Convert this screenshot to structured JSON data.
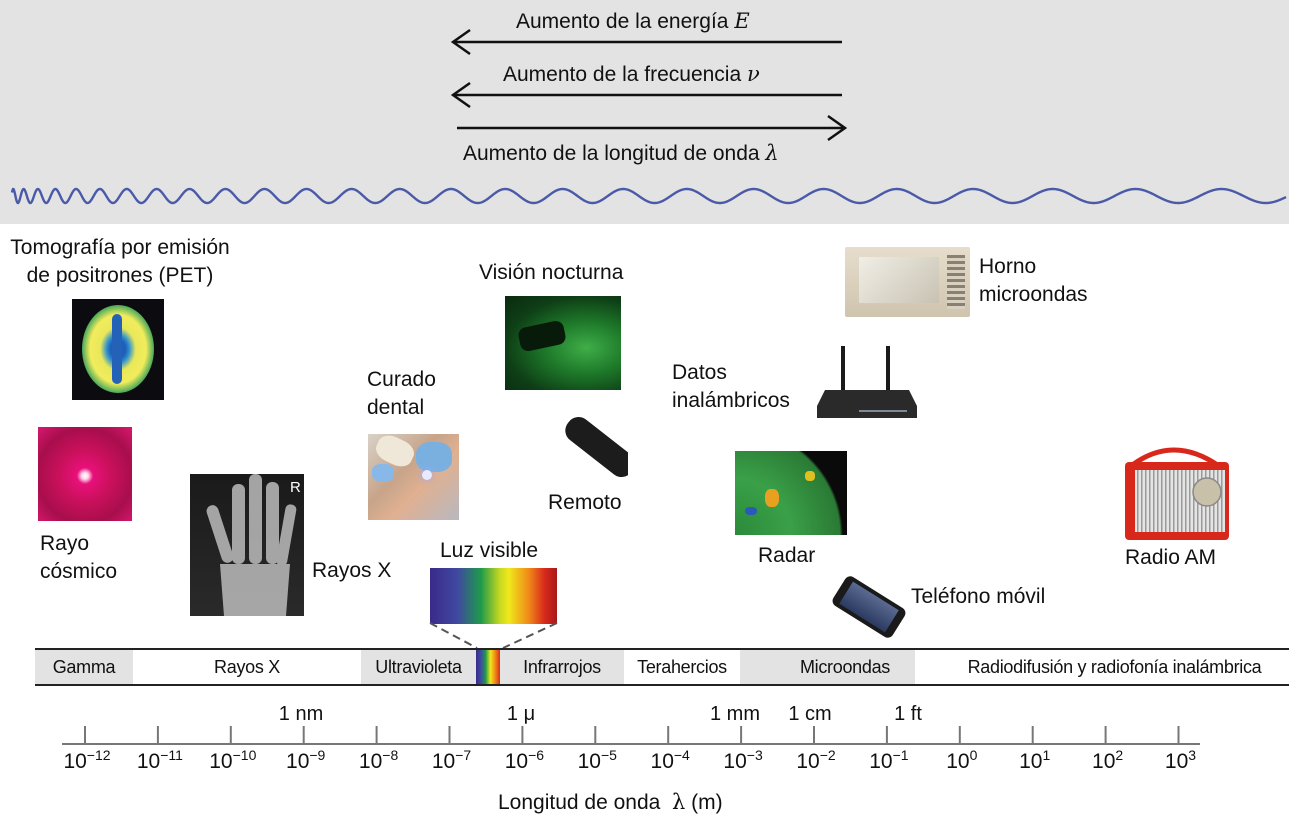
{
  "header": {
    "energy_label": "Aumento de la energía",
    "energy_symbol": "E",
    "frequency_label": "Aumento de la frecuencia",
    "frequency_symbol": "ν",
    "wavelength_label": "Aumento de la longitud de onda",
    "wavelength_symbol": "λ",
    "wave_color": "#4a5aa8",
    "panel_color": "#e3e3e3"
  },
  "applications": [
    {
      "id": "pet",
      "label_line1": "Tomografía por emisión",
      "label_line2": "de positrones (PET)"
    },
    {
      "id": "cosmic",
      "label_line1": "Rayo",
      "label_line2": "cósmico"
    },
    {
      "id": "xray",
      "label_line1": "Rayos X"
    },
    {
      "id": "dental",
      "label_line1": "Curado",
      "label_line2": "dental"
    },
    {
      "id": "night",
      "label_line1": "Visión nocturna"
    },
    {
      "id": "remote",
      "label_line1": "Remoto"
    },
    {
      "id": "visible",
      "label_line1": "Luz visible"
    },
    {
      "id": "microwave",
      "label_line1": "Horno",
      "label_line2": "microondas"
    },
    {
      "id": "wireless",
      "label_line1": "Datos",
      "label_line2": "inalámbricos"
    },
    {
      "id": "radar",
      "label_line1": "Radar"
    },
    {
      "id": "phone",
      "label_line1": "Teléfono móvil"
    },
    {
      "id": "radio",
      "label_line1": "Radio AM"
    }
  ],
  "bands": [
    {
      "name": "Gamma"
    },
    {
      "name": "Rayos X"
    },
    {
      "name": "Ultravioleta"
    },
    {
      "name": "Infrarrojos"
    },
    {
      "name": "Terahercios"
    },
    {
      "name": "Microondas"
    },
    {
      "name": "Radiodifusión y radiofonía inalámbrica"
    }
  ],
  "axis": {
    "unit_markers": [
      "1 nm",
      "1 μ",
      "1 mm",
      "1 cm",
      "1 ft"
    ],
    "ticks": [
      {
        "base": "10",
        "exp": "−12"
      },
      {
        "base": "10",
        "exp": "−11"
      },
      {
        "base": "10",
        "exp": "−10"
      },
      {
        "base": "10",
        "exp": "−9"
      },
      {
        "base": "10",
        "exp": "−8"
      },
      {
        "base": "10",
        "exp": "−7"
      },
      {
        "base": "10",
        "exp": "−6"
      },
      {
        "base": "10",
        "exp": "−5"
      },
      {
        "base": "10",
        "exp": "−4"
      },
      {
        "base": "10",
        "exp": "−3"
      },
      {
        "base": "10",
        "exp": "−2"
      },
      {
        "base": "10",
        "exp": "−1"
      },
      {
        "base": "10",
        "exp": "0"
      },
      {
        "base": "10",
        "exp": "1"
      },
      {
        "base": "10",
        "exp": "2"
      },
      {
        "base": "10",
        "exp": "3"
      }
    ],
    "title": "Longitud de onda",
    "title_symbol": "λ",
    "title_unit": "(m)"
  }
}
